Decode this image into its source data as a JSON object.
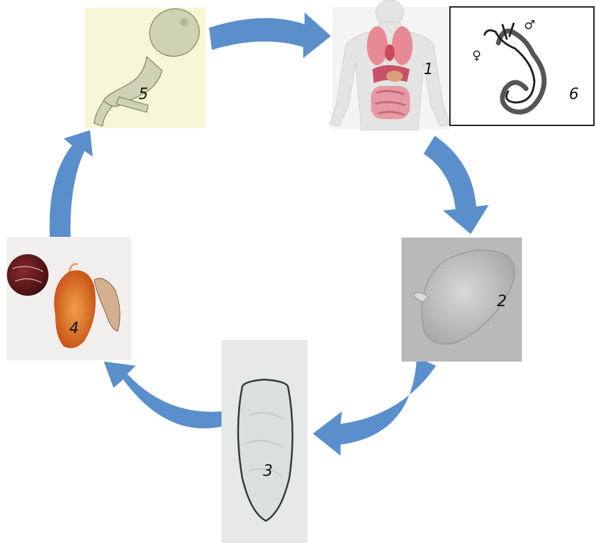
{
  "stages": [
    {
      "id": "human-host",
      "number": "1"
    },
    {
      "id": "egg",
      "number": "2"
    },
    {
      "id": "miracidium",
      "number": "3"
    },
    {
      "id": "snail",
      "number": "4"
    },
    {
      "id": "cercaria",
      "number": "5"
    },
    {
      "id": "adult-worms",
      "number": "6"
    }
  ],
  "symbols": {
    "female": "♀",
    "male": "♂"
  },
  "colors": {
    "arrow": "#5b8fcb",
    "panel5_bg": "#f7f6d6",
    "panel2_bg": "#b9b9b9"
  }
}
